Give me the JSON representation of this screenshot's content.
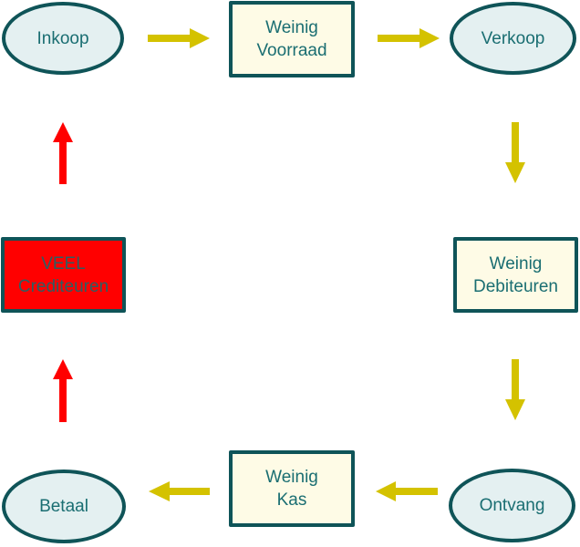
{
  "colors": {
    "node_border": "#0f5458",
    "node_text": "#1a6e72",
    "ellipse_fill": "#e4f0f1",
    "rect_fill": "#fefbe6",
    "alert_fill": "#ff0000",
    "arrow_normal": "#d4c200",
    "arrow_alert": "#ff0000"
  },
  "nodes": {
    "inkoop": {
      "label": "Inkoop",
      "shape": "ellipse"
    },
    "voorraad": {
      "label": "Weinig\nVoorraad",
      "shape": "rect"
    },
    "verkoop": {
      "label": "Verkoop",
      "shape": "ellipse"
    },
    "debiteuren": {
      "label": "Weinig\nDebiteuren",
      "shape": "rect"
    },
    "ontvang": {
      "label": "Ontvang",
      "shape": "ellipse"
    },
    "kas": {
      "label": "Weinig\nKas",
      "shape": "rect"
    },
    "betaal": {
      "label": "Betaal",
      "shape": "ellipse"
    },
    "crediteuren": {
      "label": "VEEL\nCrediteuren",
      "shape": "rect",
      "highlight": true
    }
  },
  "edges": [
    {
      "from": "Inkoop",
      "to": "Weinig Voorraad",
      "color": "yellow"
    },
    {
      "from": "Weinig Voorraad",
      "to": "Verkoop",
      "color": "yellow"
    },
    {
      "from": "Verkoop",
      "to": "Weinig Debiteuren",
      "color": "yellow"
    },
    {
      "from": "Weinig Debiteuren",
      "to": "Ontvang",
      "color": "yellow"
    },
    {
      "from": "Ontvang",
      "to": "Weinig Kas",
      "color": "yellow"
    },
    {
      "from": "Weinig Kas",
      "to": "Betaal",
      "color": "yellow"
    },
    {
      "from": "Betaal",
      "to": "VEEL Crediteuren",
      "color": "red"
    },
    {
      "from": "VEEL Crediteuren",
      "to": "Inkoop",
      "color": "red"
    }
  ]
}
